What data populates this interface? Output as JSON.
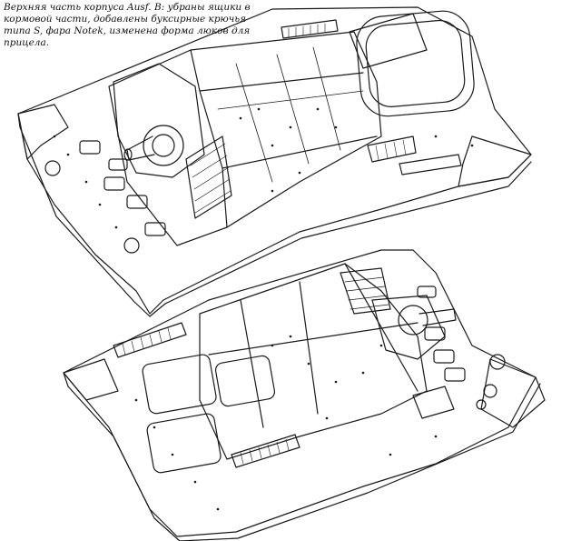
{
  "caption": {
    "lines": [
      "Верхняя часть корпуса Ausf. B: убраны ящики в",
      "кормовой части, добавлены буксирные крючья",
      "типа S, фара Notek, изменена форма люков для",
      "прицела."
    ]
  },
  "illustrations": [
    {
      "name": "upper-hull-drawing-top",
      "view": "line drawing"
    },
    {
      "name": "upper-hull-drawing-bottom",
      "view": "line drawing"
    }
  ]
}
